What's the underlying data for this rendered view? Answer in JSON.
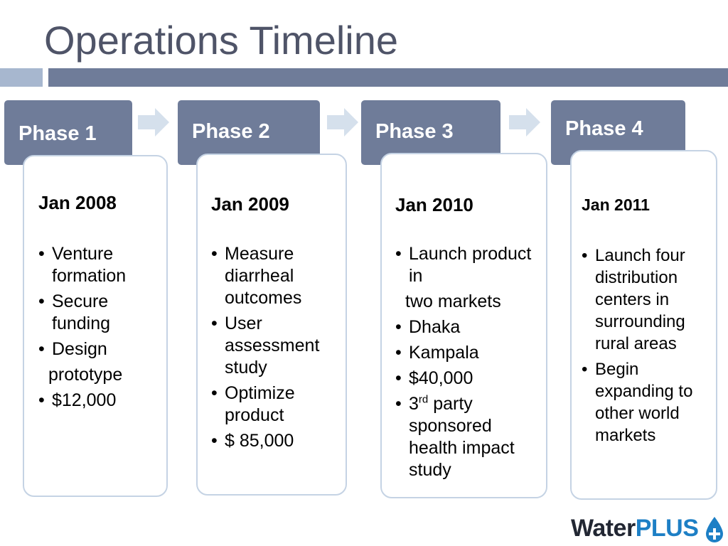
{
  "title": "Operations Timeline",
  "phases": [
    {
      "label": "Phase 1",
      "date": "Jan 2008",
      "bullets": [
        {
          "text": "Venture formation",
          "bullet": true
        },
        {
          "text": "Secure funding",
          "bullet": true
        },
        {
          "text": "Design",
          "bullet": true
        },
        {
          "text": "prototype",
          "bullet": false
        },
        {
          "text": "$12,000",
          "bullet": true
        }
      ]
    },
    {
      "label": "Phase 2",
      "date": "Jan 2009",
      "bullets": [
        {
          "text": "Measure diarrheal outcomes",
          "bullet": true
        },
        {
          "text": "User assessment study",
          "bullet": true
        },
        {
          "text": "Optimize product",
          "bullet": true
        },
        {
          "text": "$ 85,000",
          "bullet": true
        }
      ]
    },
    {
      "label": "Phase 3",
      "date": "Jan 2010",
      "bullets": [
        {
          "text": "Launch product in",
          "bullet": true
        },
        {
          "text": "two markets",
          "bullet": false
        },
        {
          "text": "Dhaka",
          "bullet": true
        },
        {
          "text": "Kampala",
          "bullet": true
        },
        {
          "text": "$40,000",
          "bullet": true
        },
        {
          "text": "party sponsored health impact study",
          "bullet": true,
          "prefix": "3",
          "sup": "rd"
        }
      ]
    },
    {
      "label": "Phase 4",
      "date": "Jan 2011",
      "bullets": [
        {
          "text": "Launch four distribution centers in surrounding rural areas",
          "bullet": true
        },
        {
          "text": "Begin expanding to other world markets",
          "bullet": true
        }
      ]
    }
  ],
  "logo": {
    "word1": "Water",
    "word2": "PLUS",
    "color_dark": "#222733",
    "color_blue": "#1d7fc5",
    "icon": "plus-drop-icon"
  },
  "colors": {
    "title": "#4f5468",
    "tab": "#6f7c99",
    "rule_light": "#a7b7cf",
    "card_border": "#c5d3e4",
    "arrow": "#d5e0ec"
  }
}
